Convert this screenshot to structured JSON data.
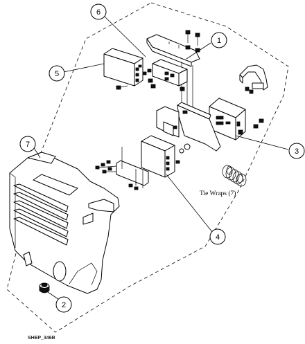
{
  "diagram": {
    "callouts": [
      {
        "id": "c1",
        "label": "1"
      },
      {
        "id": "c2",
        "label": "2"
      },
      {
        "id": "c3",
        "label": "3"
      },
      {
        "id": "c4",
        "label": "4"
      },
      {
        "id": "c5",
        "label": "5"
      },
      {
        "id": "c6",
        "label": "6"
      },
      {
        "id": "c7",
        "label": "7"
      }
    ],
    "tie_wraps_label": "Tie Wraps (7)",
    "reference_code": "SHEP_346B"
  }
}
